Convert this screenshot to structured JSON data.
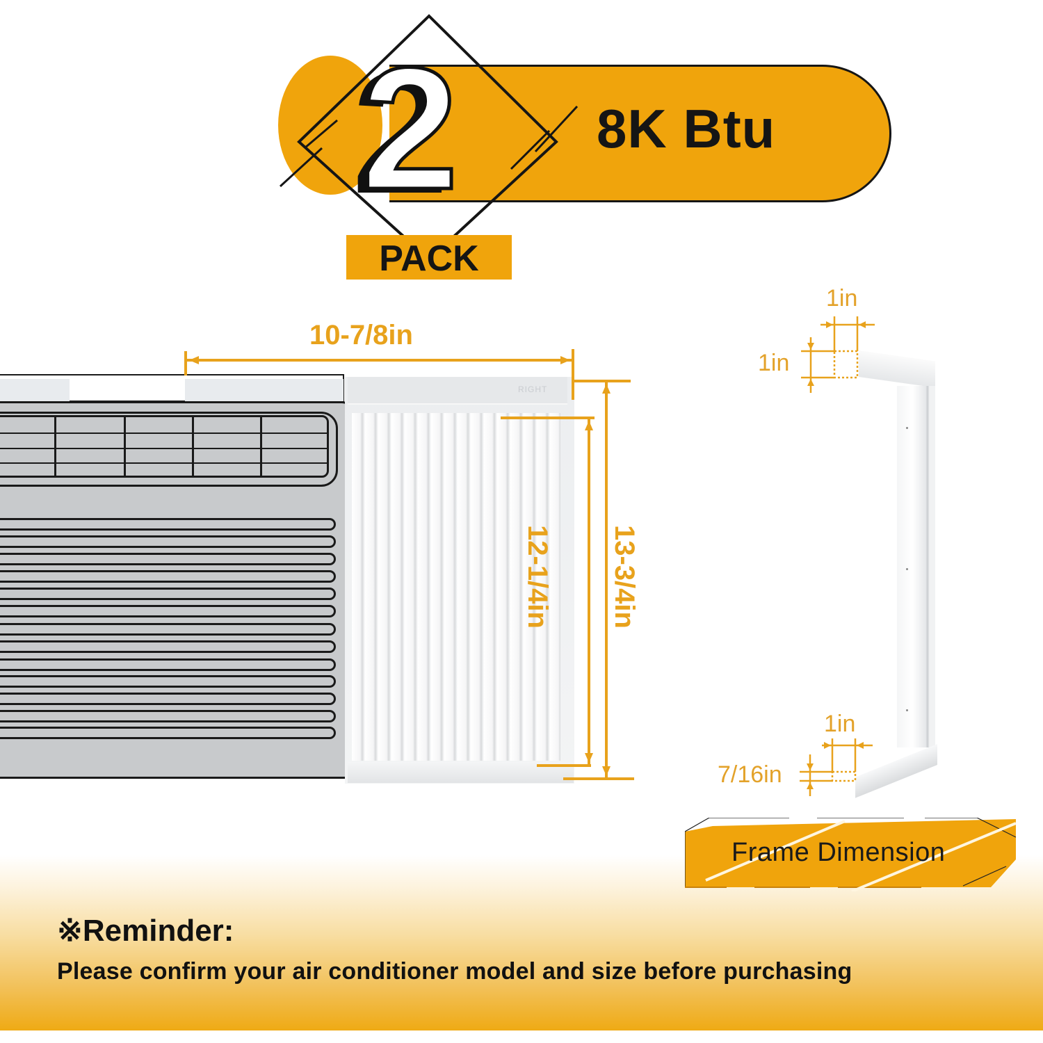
{
  "header": {
    "pack_count": "2",
    "pack_label": "PACK",
    "capacity": "8K Btu"
  },
  "dimensions": {
    "panel_width": "10-7/8in",
    "panel_inner_height": "12-1/4in",
    "panel_outer_height": "13-3/4in",
    "panel_corner_label": "RIGHT"
  },
  "frame": {
    "top_width": "1in",
    "top_height": "1in",
    "bottom_width": "1in",
    "bottom_height": "7/16in",
    "badge_label": "Frame Dimension"
  },
  "reminder": {
    "title": "※Reminder:",
    "body": "Please confirm your air conditioner model and size before purchasing"
  },
  "colors": {
    "accent": "#f0a40c",
    "dimension_line": "#e8a21c",
    "text_dark": "#151515",
    "ac_body": "#c8cacc"
  }
}
